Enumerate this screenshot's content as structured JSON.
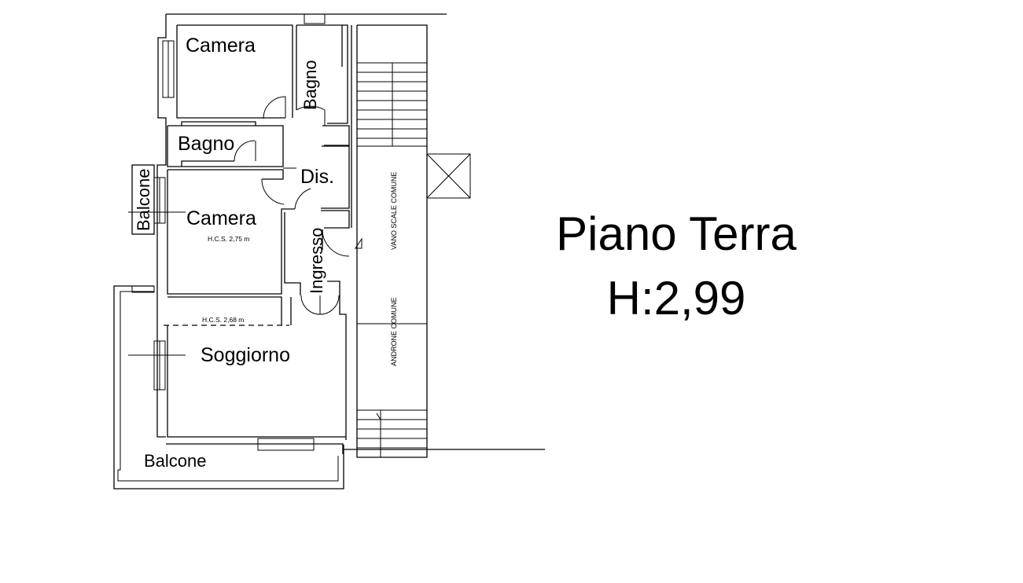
{
  "rooms": {
    "camera_top": "Camera",
    "bagno_top": "Bagno",
    "bagno_mid": "Bagno",
    "dis": "Dis.",
    "camera_mid": "Camera",
    "ingresso": "Ingresso",
    "soggiorno": "Soggiorno",
    "balcone_left": "Balcone",
    "balcone_bottom": "Balcone"
  },
  "annotations": {
    "hcs_camera": "H.C.S. 2,75 m",
    "hcs_soggiorno": "H.C.S. 2,68 m",
    "vano_scale": "VANO SCALE COMUNE",
    "androne": "ANDRONE COMUNE"
  },
  "title": {
    "line1": "Piano Terra",
    "line2": "H:2,99"
  }
}
